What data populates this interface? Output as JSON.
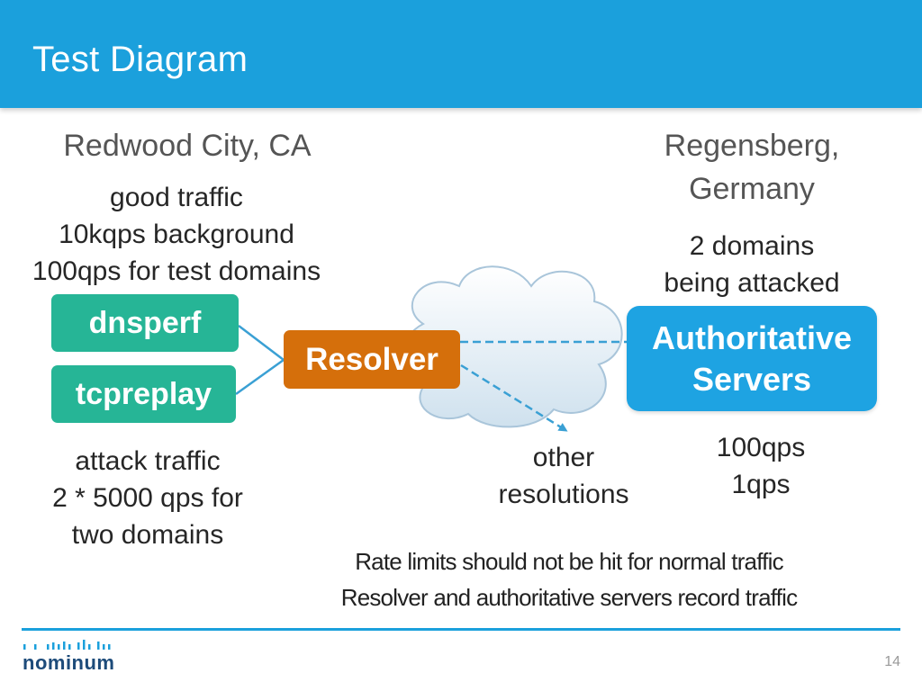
{
  "slide": {
    "title": "Test Diagram",
    "page_number": "14"
  },
  "left_site": {
    "location": "Redwood City, CA",
    "good_traffic": [
      "good traffic",
      "10kqps background",
      "100qps for test domains"
    ],
    "tools": [
      "dnsperf",
      "tcpreplay"
    ],
    "attack_traffic": [
      "attack traffic",
      "2 * 5000 qps for",
      "two domains"
    ]
  },
  "resolver": {
    "label": "Resolver"
  },
  "other_resolutions": [
    "other",
    "resolutions"
  ],
  "right_site": {
    "location": [
      "Regensberg,",
      "Germany"
    ],
    "domains": [
      "2 domains",
      "being attacked"
    ],
    "servers": [
      "Authoritative",
      "Servers"
    ],
    "rates": [
      "100qps",
      "1qps"
    ]
  },
  "notes": [
    "Rate limits should not be hit for normal traffic",
    "Resolver and authoritative servers record traffic"
  ],
  "logo": {
    "text": "nominum"
  },
  "colors": {
    "header": "#1ba0dc",
    "tool_green": "#26b596",
    "resolver_orange": "#d56f0b",
    "server_blue": "#1ea3e2",
    "connector": "#3aa0d4"
  }
}
